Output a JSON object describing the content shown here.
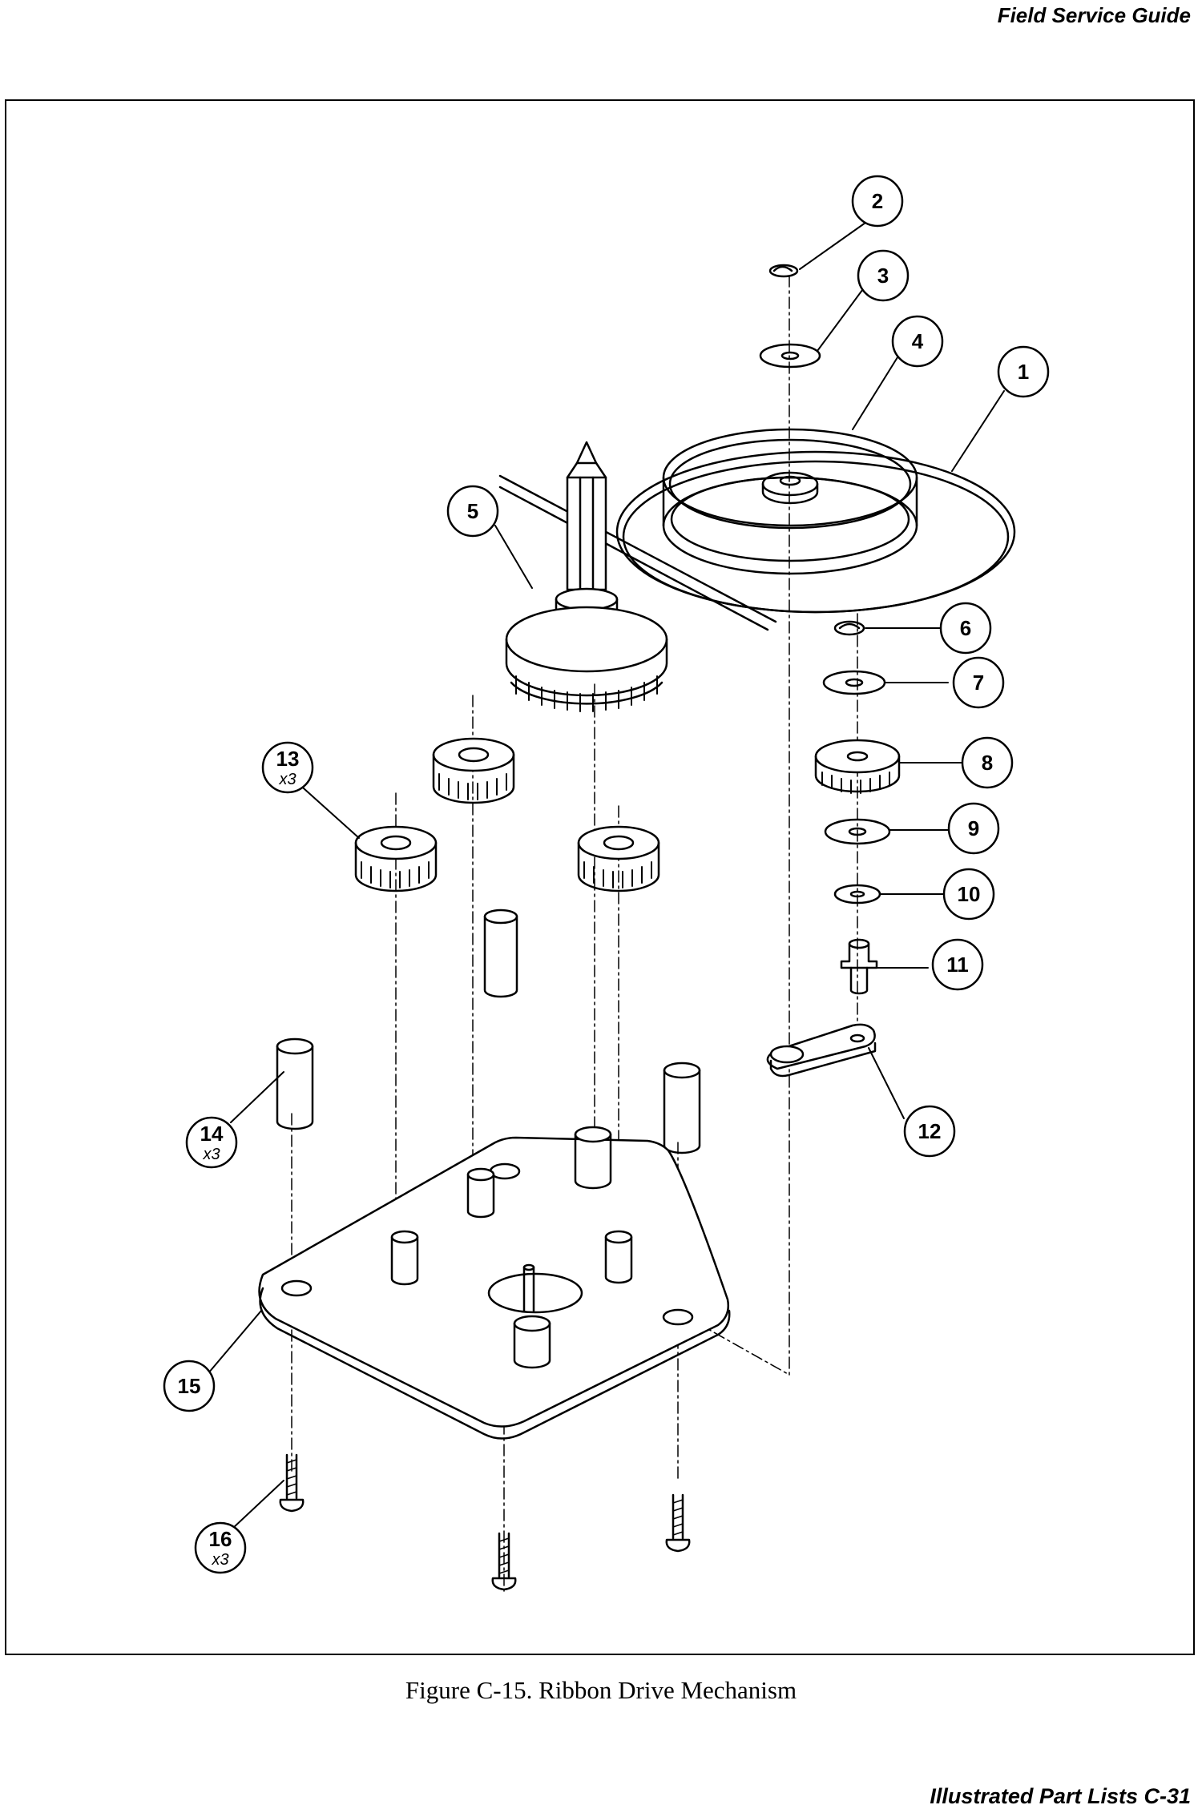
{
  "header": {
    "title": "Field Service Guide"
  },
  "figure": {
    "caption": "Figure C-15.  Ribbon Drive Mechanism",
    "callouts": [
      {
        "number": "1",
        "qty": ""
      },
      {
        "number": "2",
        "qty": ""
      },
      {
        "number": "3",
        "qty": ""
      },
      {
        "number": "4",
        "qty": ""
      },
      {
        "number": "5",
        "qty": ""
      },
      {
        "number": "6",
        "qty": ""
      },
      {
        "number": "7",
        "qty": ""
      },
      {
        "number": "8",
        "qty": ""
      },
      {
        "number": "9",
        "qty": ""
      },
      {
        "number": "10",
        "qty": ""
      },
      {
        "number": "11",
        "qty": ""
      },
      {
        "number": "12",
        "qty": ""
      },
      {
        "number": "13",
        "qty": "x3"
      },
      {
        "number": "14",
        "qty": "x3"
      },
      {
        "number": "15",
        "qty": ""
      },
      {
        "number": "16",
        "qty": "x3"
      }
    ]
  },
  "footer": {
    "text": "Illustrated Part Lists   C-31"
  }
}
